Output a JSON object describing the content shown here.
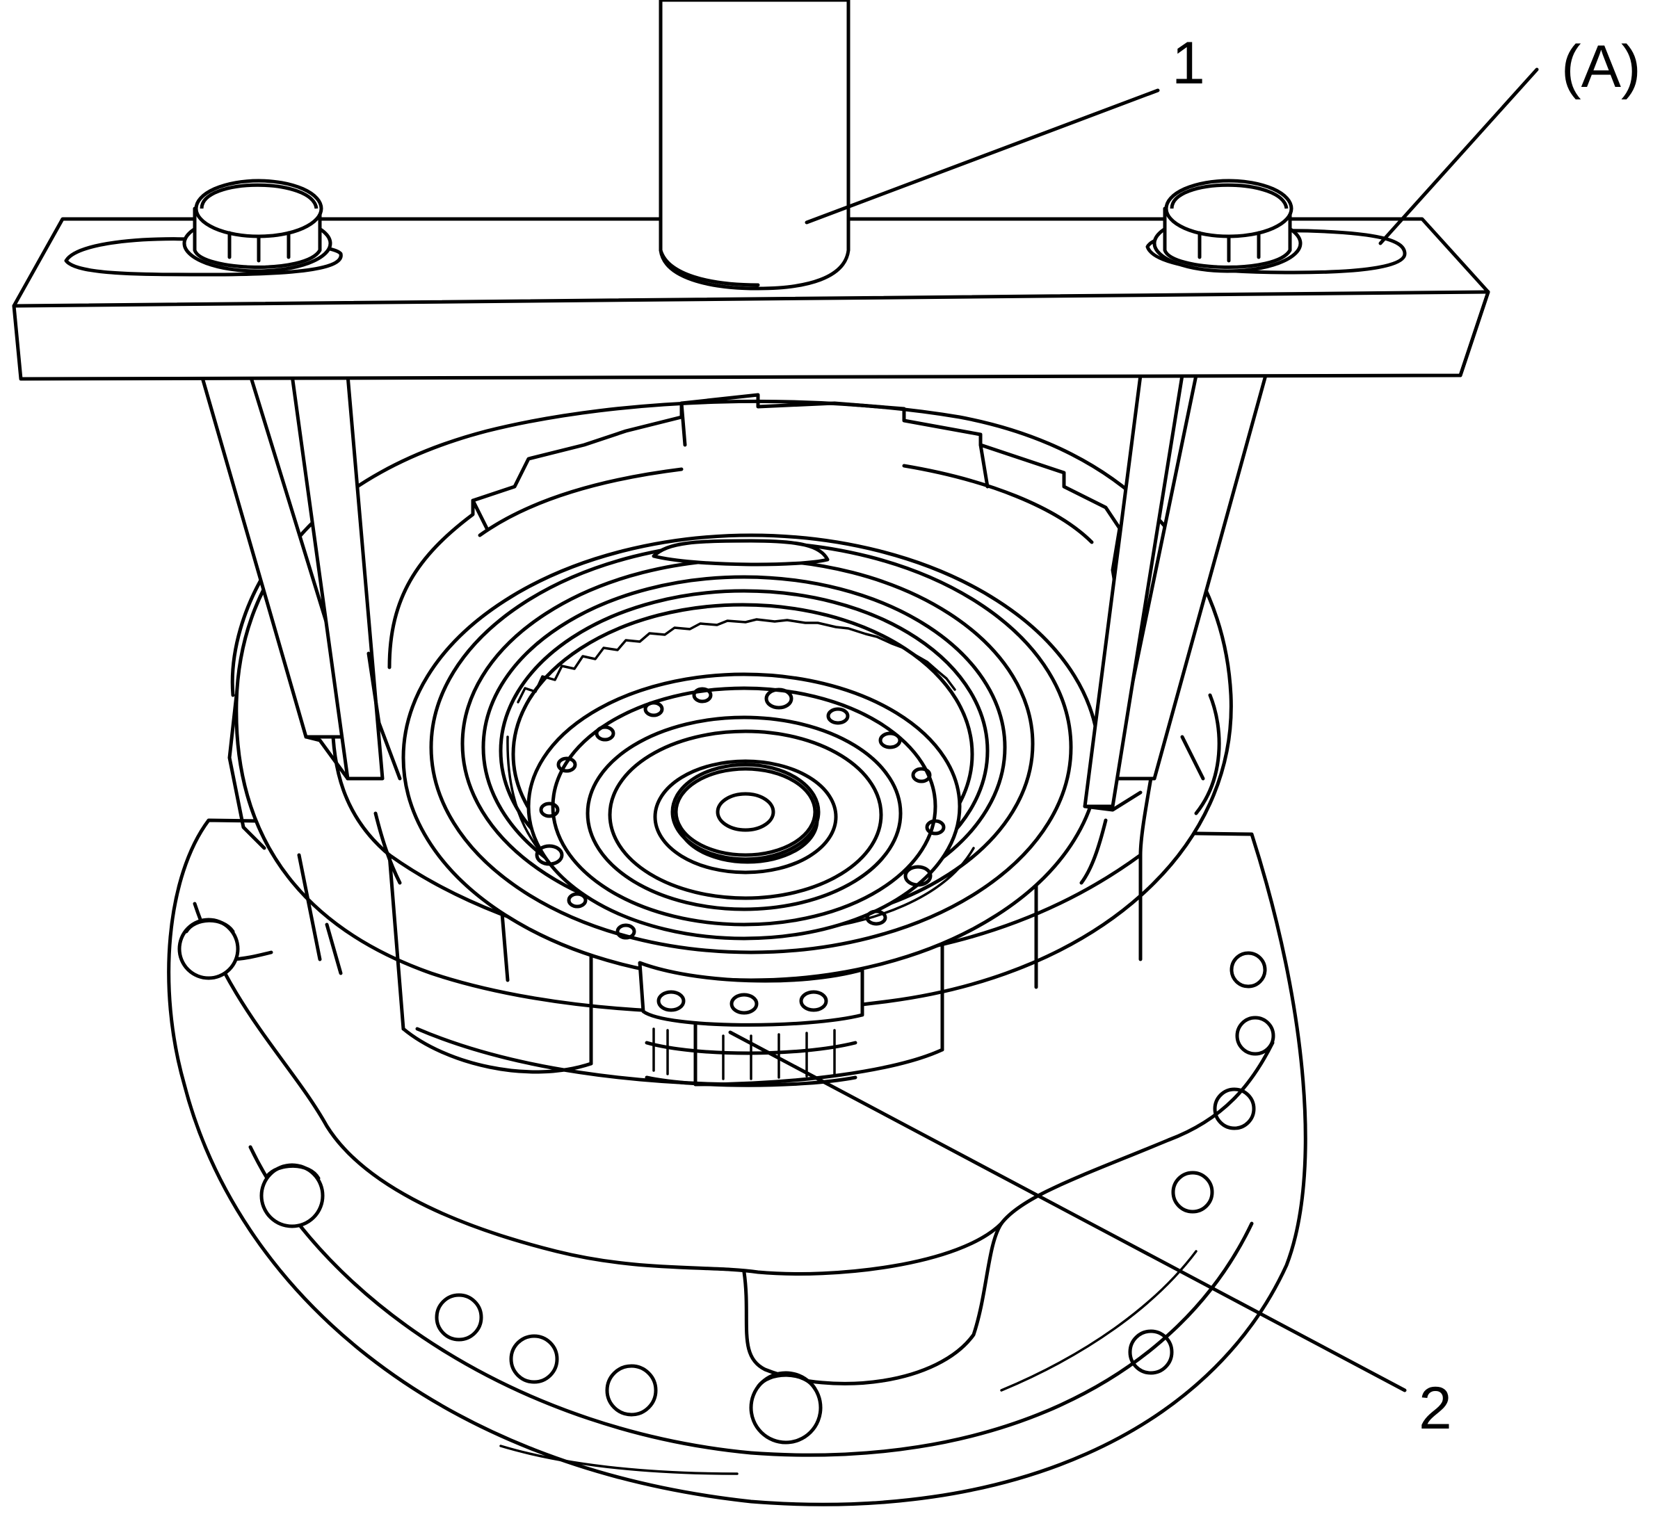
{
  "callouts": {
    "label_1": "1",
    "label_2": "2",
    "label_A": "(A)"
  }
}
